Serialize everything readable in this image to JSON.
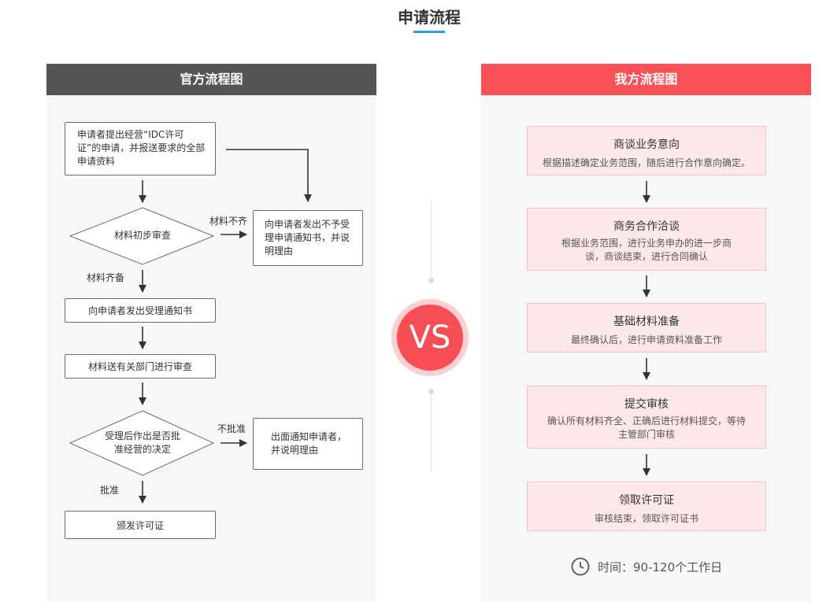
{
  "page": {
    "title": "申请流程"
  },
  "left": {
    "header": "官方流程图",
    "nodes": {
      "apply": "申请者提出经营“IDC许可证”的申请，并报送要求的全部申请资料",
      "initial_review": "材料初步审查",
      "reject_notice": "向申请者发出不予受理申请通知书，并说明理由",
      "accept_notice": "向申请者发出受理通知书",
      "send_review": "材料送有关部门进行审查",
      "decision": "受理后作出是否批准经营的决定",
      "written_notice": "出面通知申请者，并说明理由",
      "issue": "颁发许可证"
    },
    "edges": {
      "incomplete": "材料不齐",
      "complete": "材料齐备",
      "not_approved": "不批准",
      "approved": "批准"
    }
  },
  "vs": {
    "label": "VS"
  },
  "right": {
    "header": "我方流程图",
    "steps": [
      {
        "title": "商谈业务意向",
        "desc": "根据描述确定业务范围，随后进行合作意向确定。"
      },
      {
        "title": "商务合作洽谈",
        "desc": "根据业务范围，进行业务申办的进一步商谈，商谈结束，进行合同确认"
      },
      {
        "title": "基础材料准备",
        "desc": "最终确认后，进行申请资料准备工作"
      },
      {
        "title": "提交审核",
        "desc": "确认所有材料齐全、正确后进行材料提交，等待主管部门审核"
      },
      {
        "title": "领取许可证",
        "desc": "审核结束，领取许可证书"
      }
    ],
    "time": "时间：90-120个工作日",
    "time_icon": "clock-icon"
  }
}
